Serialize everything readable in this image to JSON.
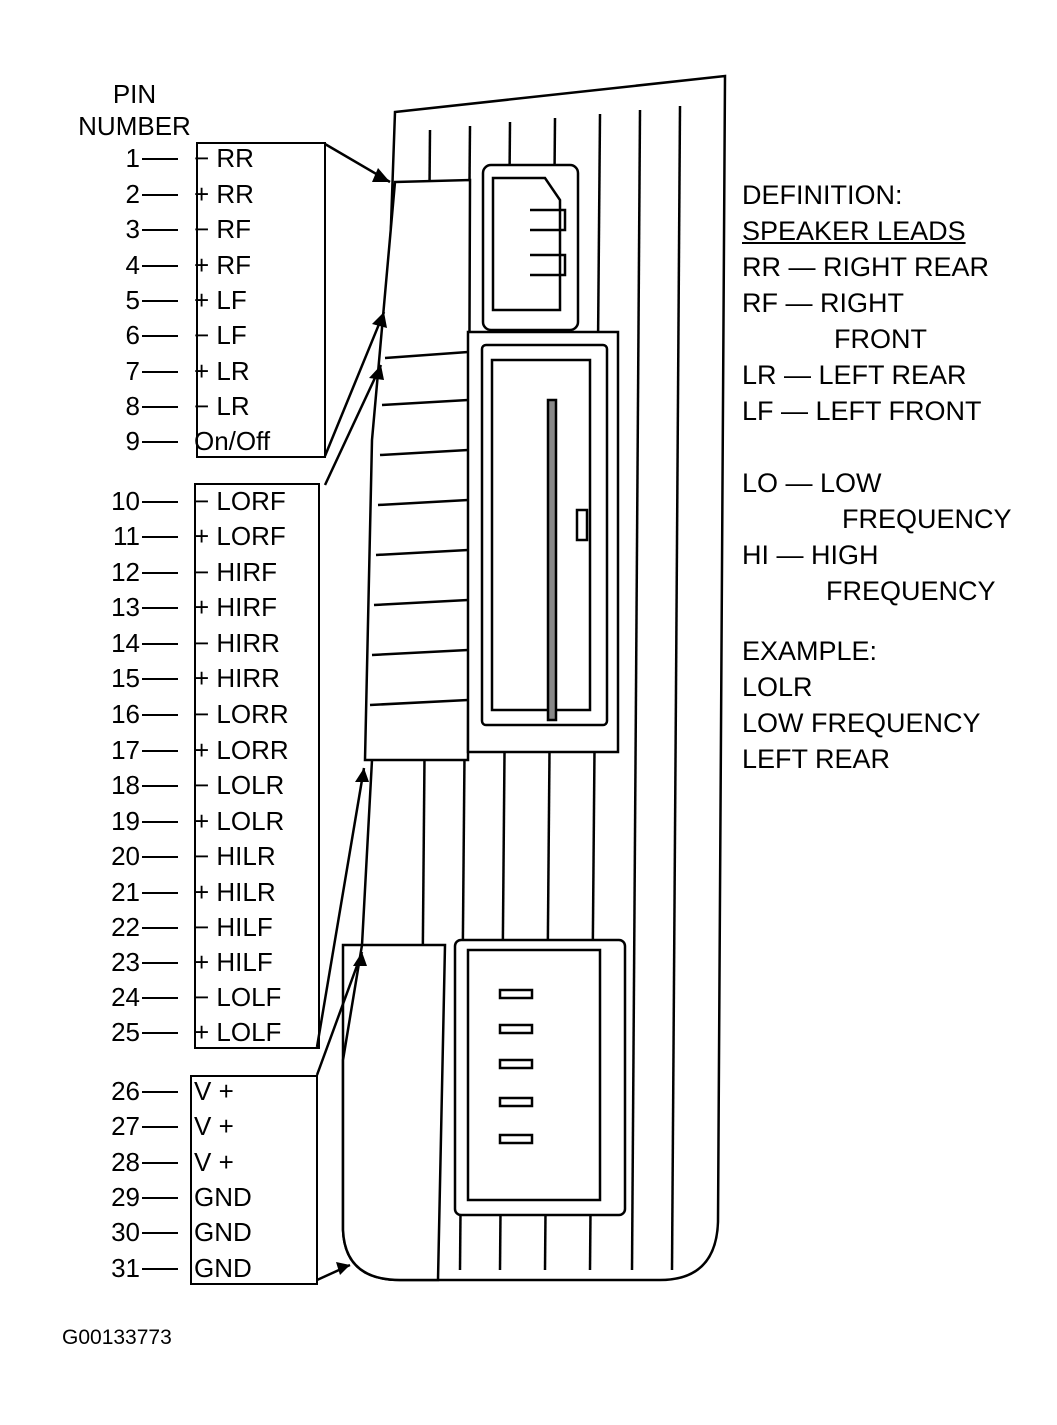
{
  "header": {
    "line1": "PIN",
    "line2": "NUMBER"
  },
  "pins": [
    {
      "num": "1",
      "label": "− RR"
    },
    {
      "num": "2",
      "label": "+ RR"
    },
    {
      "num": "3",
      "label": "− RF"
    },
    {
      "num": "4",
      "label": "+ RF"
    },
    {
      "num": "5",
      "label": "+ LF"
    },
    {
      "num": "6",
      "label": "− LF"
    },
    {
      "num": "7",
      "label": "+ LR"
    },
    {
      "num": "8",
      "label": "− LR"
    },
    {
      "num": "9",
      "label": "On/Off"
    },
    {
      "num": "10",
      "label": "− LORF"
    },
    {
      "num": "11",
      "label": "+ LORF"
    },
    {
      "num": "12",
      "label": "− HIRF"
    },
    {
      "num": "13",
      "label": "+ HIRF"
    },
    {
      "num": "14",
      "label": "− HIRR"
    },
    {
      "num": "15",
      "label": "+ HIRR"
    },
    {
      "num": "16",
      "label": "− LORR"
    },
    {
      "num": "17",
      "label": "+ LORR"
    },
    {
      "num": "18",
      "label": "− LOLR"
    },
    {
      "num": "19",
      "label": "+ LOLR"
    },
    {
      "num": "20",
      "label": "− HILR"
    },
    {
      "num": "21",
      "label": "+ HILR"
    },
    {
      "num": "22",
      "label": "− HILF"
    },
    {
      "num": "23",
      "label": "+ HILF"
    },
    {
      "num": "24",
      "label": "− LOLF"
    },
    {
      "num": "25",
      "label": "+ LOLF"
    },
    {
      "num": "26",
      "label": "V +"
    },
    {
      "num": "27",
      "label": "V +"
    },
    {
      "num": "28",
      "label": "V +"
    },
    {
      "num": "29",
      "label": "GND"
    },
    {
      "num": "30",
      "label": "GND"
    },
    {
      "num": "31",
      "label": "GND"
    }
  ],
  "definitions": {
    "title": "DEFINITION:",
    "subtitle": "SPEAKER LEADS",
    "lines": [
      "RR — RIGHT REAR",
      "RF — RIGHT",
      "FRONT",
      "LR — LEFT REAR",
      "LF — LEFT FRONT",
      "",
      "LO — LOW",
      "FREQUENCY",
      "HI — HIGH",
      "FREQUENCY",
      "",
      "EXAMPLE:",
      "LOLR",
      "LOW FREQUENCY",
      "LEFT REAR"
    ]
  },
  "figure_id": "G00133773"
}
